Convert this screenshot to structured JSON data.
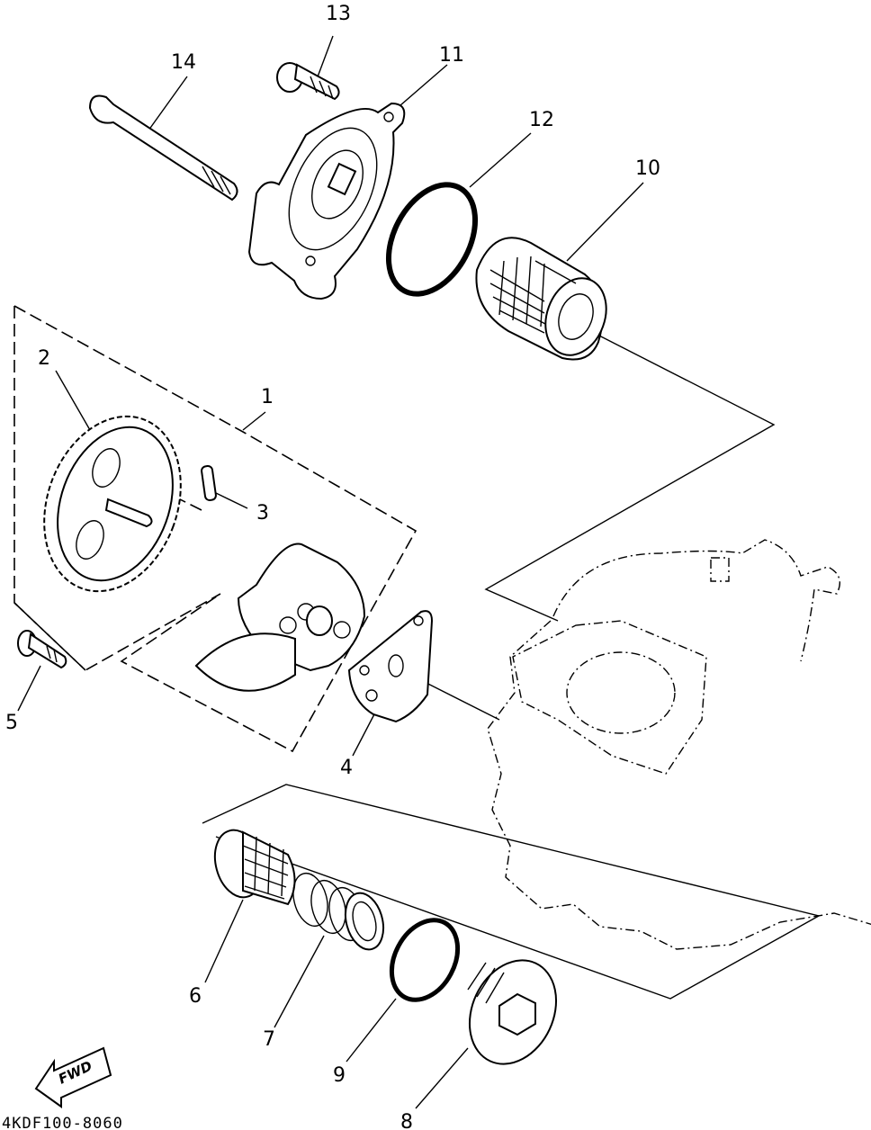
{
  "diagram": {
    "labels": {
      "p1": "1",
      "p2": "2",
      "p3": "3",
      "p4": "4",
      "p5": "5",
      "p6": "6",
      "p7": "7",
      "p8": "8",
      "p9": "9",
      "p10": "10",
      "p11": "11",
      "p12": "12",
      "p13": "13",
      "p14": "14"
    },
    "fwd_arrow": "FWD",
    "drawing_code": "4KDF100-8060"
  }
}
